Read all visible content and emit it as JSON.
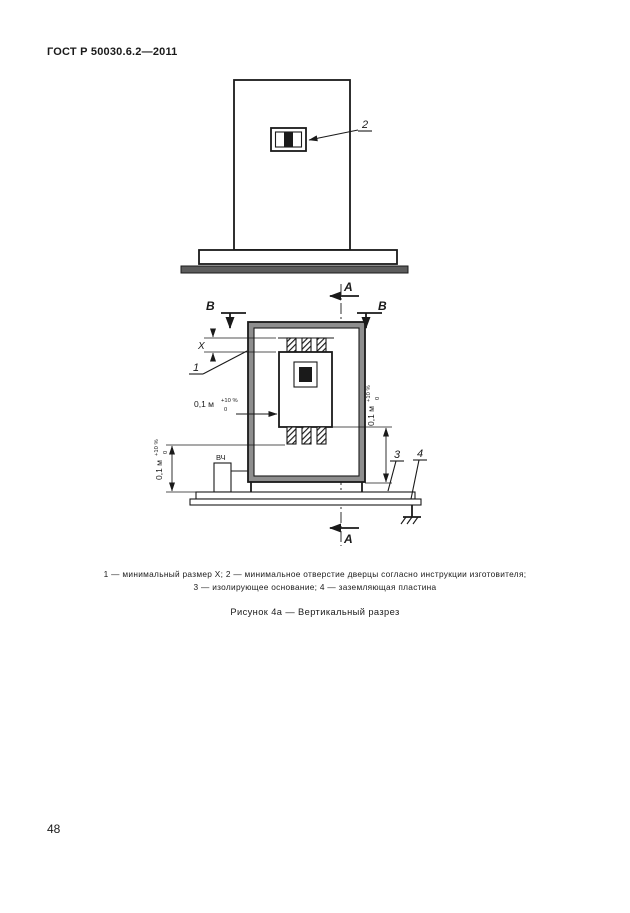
{
  "doc": {
    "header": "ГОСТ Р 50030.6.2—2011",
    "page_number": "48"
  },
  "figure": {
    "caption_line1": "1 — минимальный размер X; 2 — минимальное отверстие дверцы согласно инструкции изготовителя;",
    "caption_line2": "3 — изолирующее основание; 4 — заземляющая пластина",
    "title": "Рисунок 4а — Вертикальный разрез"
  },
  "labels": {
    "item1": "1",
    "item2": "2",
    "item3": "3",
    "item4": "4",
    "section_a": "A",
    "section_b": "B",
    "dim_x": "X",
    "dim_value": "0,1 м",
    "dim_tol_top": "+10 %",
    "dim_tol_bottom": "0",
    "support": "ВЧ"
  },
  "colors": {
    "line": "#1a1a1a",
    "wall_fill": "#8e8e8e",
    "ground_strip": "#5c5c5c"
  }
}
